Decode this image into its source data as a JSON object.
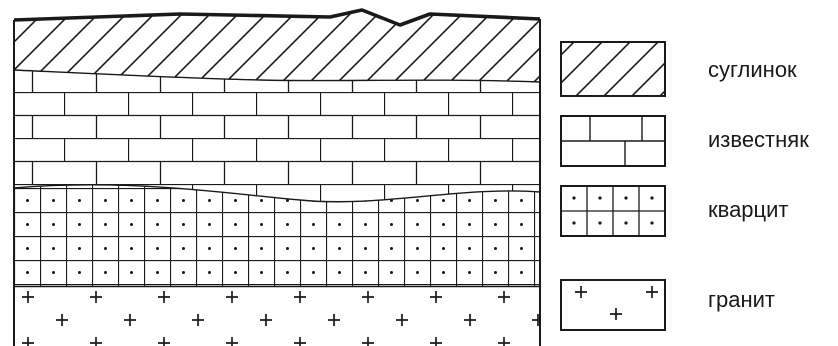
{
  "diagram": {
    "layers": [
      {
        "id": "loam",
        "pattern": "diagonal-hatch"
      },
      {
        "id": "limestone",
        "pattern": "brick"
      },
      {
        "id": "quartzite",
        "pattern": "dotted-grid"
      },
      {
        "id": "granite",
        "pattern": "plus-signs"
      }
    ]
  },
  "legend": {
    "items": [
      {
        "id": "loam",
        "label": "суглинок"
      },
      {
        "id": "limestone",
        "label": "известняк"
      },
      {
        "id": "quartzite",
        "label": "кварцит"
      },
      {
        "id": "granite",
        "label": "гранит"
      }
    ]
  },
  "colors": {
    "line": "#1a1a1a",
    "background": "#ffffff"
  }
}
